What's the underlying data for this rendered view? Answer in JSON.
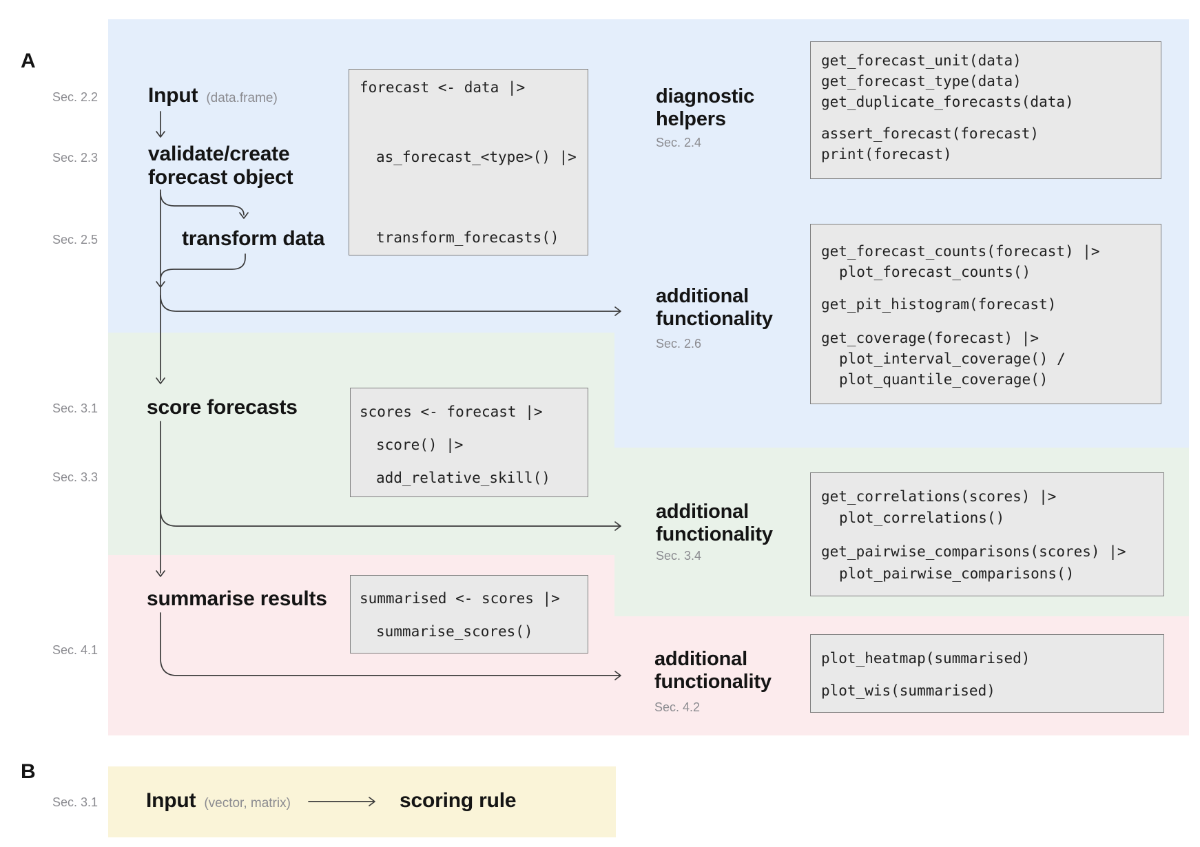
{
  "colors": {
    "band_blue": "#e4eefb",
    "band_green": "#e9f2e9",
    "band_pink": "#fcebed",
    "band_yellow": "#faf4d8",
    "code_box_fill": "#e9e9e9",
    "code_box_border": "#7d7d7d",
    "text_ink": "#141414",
    "text_muted": "#8b8b90",
    "connector_line": "#3a3a3a"
  },
  "panel_a": {
    "label": "A",
    "side_sections": {
      "s22": "Sec. 2.2",
      "s23": "Sec. 2.3",
      "s25": "Sec. 2.5",
      "s31": "Sec. 3.1",
      "s33": "Sec. 3.3",
      "s41": "Sec. 4.1"
    },
    "flow": {
      "input_title": "Input",
      "input_annotation": "(data.frame)",
      "validate_line1": "validate/create",
      "validate_line2": "forecast object",
      "transform": "transform data",
      "score": "score forecasts",
      "summarise": "summarise results"
    },
    "right_labels": {
      "diagnostic_title": "diagnostic helpers",
      "diagnostic_section": "Sec. 2.4",
      "additional1_title": "additional functionality",
      "additional1_section": "Sec. 2.6",
      "additional2_title": "additional functionality",
      "additional2_section": "Sec. 3.4",
      "additional3_title": "additional functionality",
      "additional3_section": "Sec. 4.2"
    },
    "code": {
      "pipeline_top": {
        "l1": "forecast <- data |>",
        "l2": "as_forecast_<type>() |>",
        "l3": "transform_forecasts()"
      },
      "diagnostic": {
        "l1": "get_forecast_unit(data)",
        "l2": "get_forecast_type(data)",
        "l3": "get_duplicate_forecasts(data)",
        "l4": "assert_forecast(forecast)",
        "l5": "print(forecast)"
      },
      "additional1": {
        "l1": "get_forecast_counts(forecast) |>",
        "l2": "plot_forecast_counts()",
        "l3": "get_pit_histogram(forecast)",
        "l4": "get_coverage(forecast) |>",
        "l5": "plot_interval_coverage() /",
        "l6": "plot_quantile_coverage()"
      },
      "score": {
        "l1": "scores <- forecast |>",
        "l2": "score() |>",
        "l3": "add_relative_skill()"
      },
      "additional2": {
        "l1": "get_correlations(scores) |>",
        "l2": "plot_correlations()",
        "l3": "get_pairwise_comparisons(scores) |>",
        "l4": "plot_pairwise_comparisons()"
      },
      "summarise": {
        "l1": "summarised <- scores |>",
        "l2": "summarise_scores()"
      },
      "additional3": {
        "l1": "plot_heatmap(summarised)",
        "l2": "plot_wis(summarised)"
      }
    }
  },
  "panel_b": {
    "label": "B",
    "section": "Sec. 3.1",
    "input_title": "Input",
    "input_annotation": "(vector, matrix)",
    "target": "scoring rule"
  }
}
